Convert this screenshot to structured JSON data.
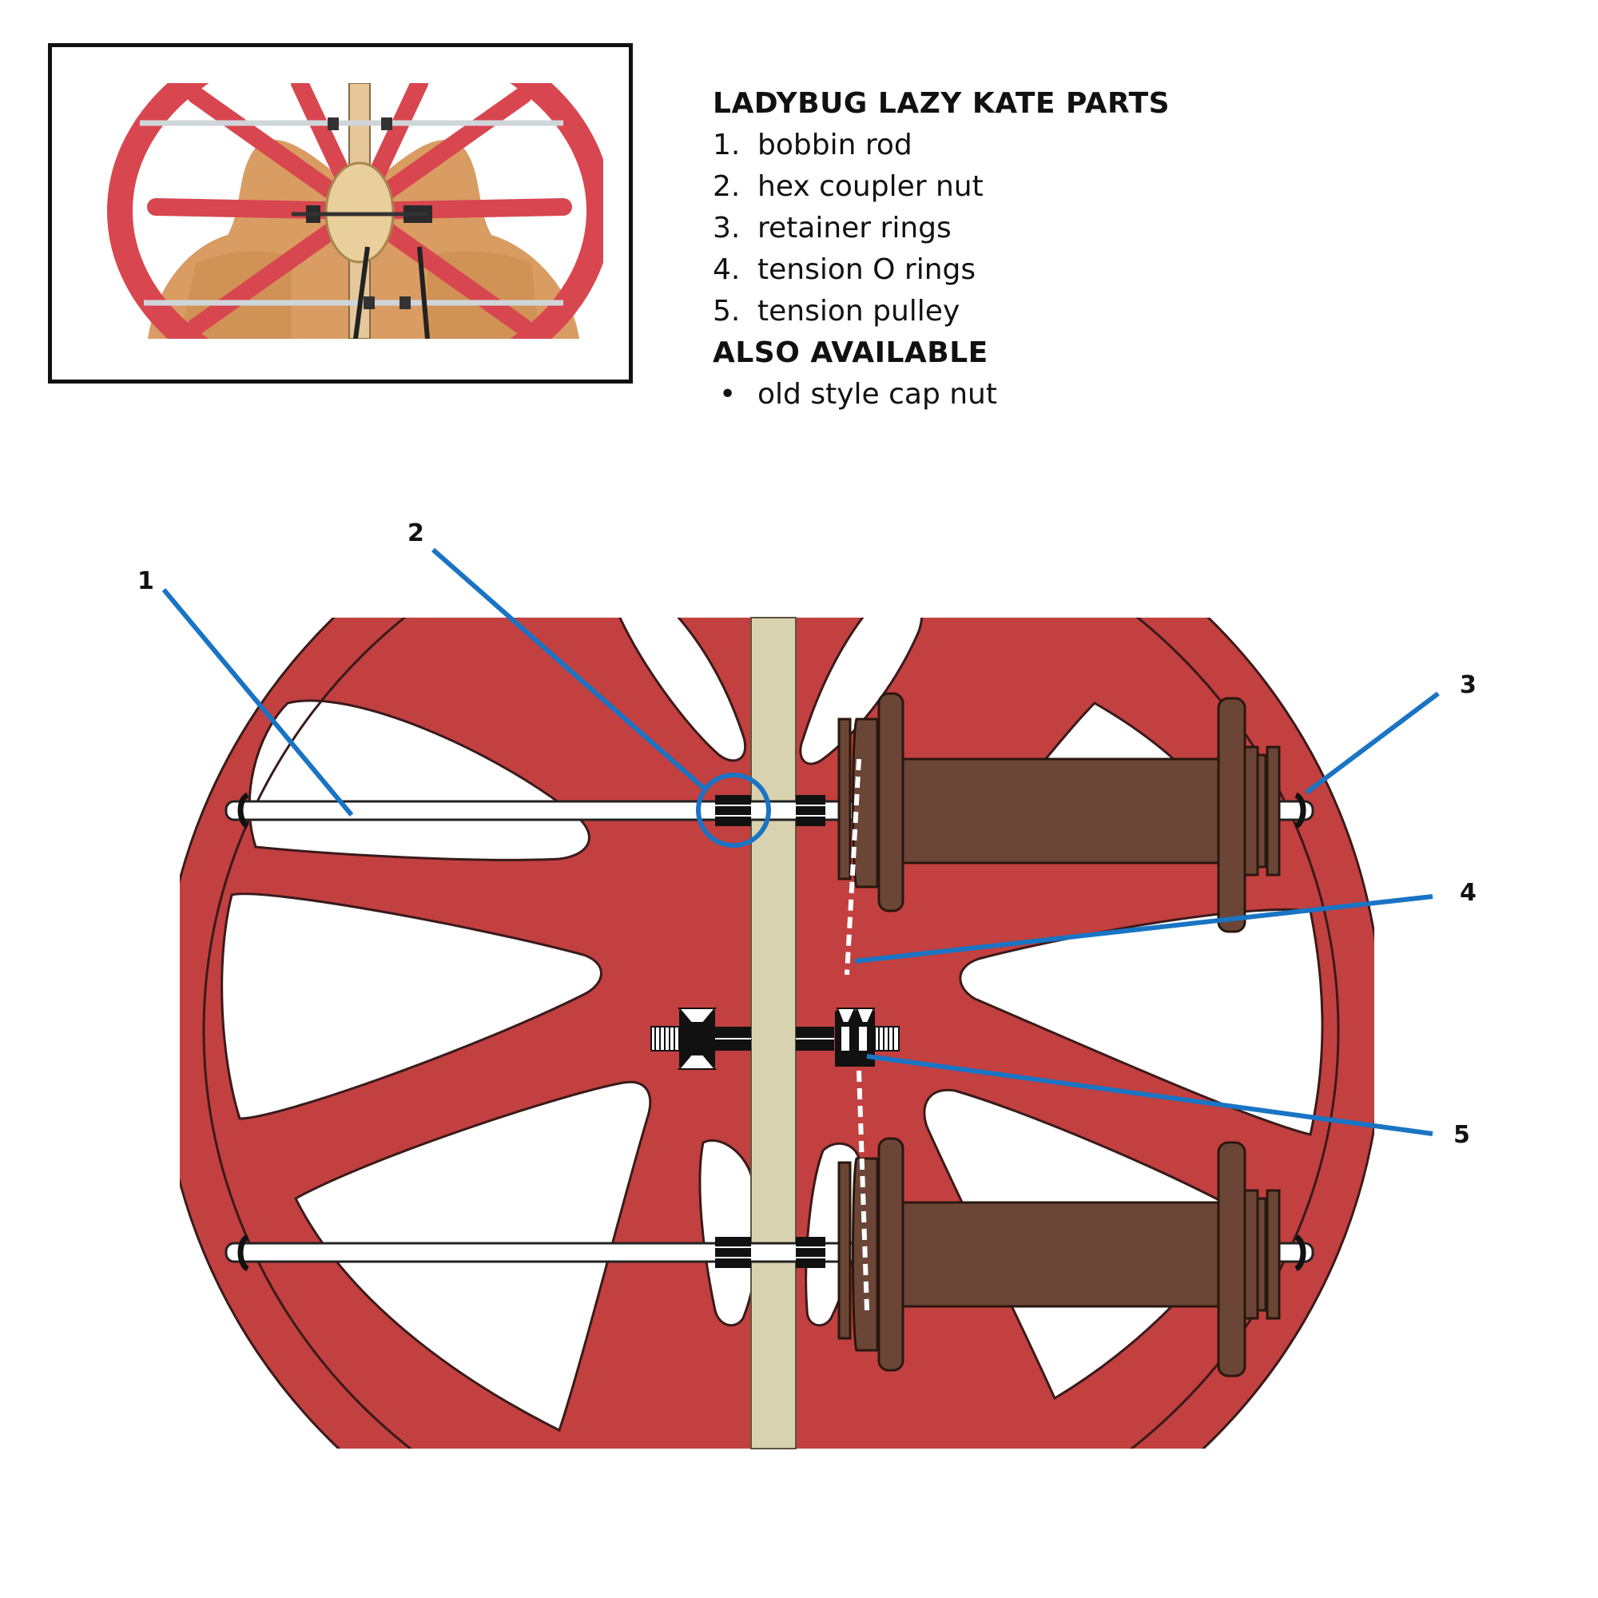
{
  "parts_list": {
    "heading": "LADYBUG LAZY KATE PARTS",
    "items": [
      {
        "number": "1.",
        "label": "bobbin rod"
      },
      {
        "number": "2.",
        "label": "hex coupler nut"
      },
      {
        "number": "3.",
        "label": "retainer rings"
      },
      {
        "number": "4.",
        "label": "tension O rings"
      },
      {
        "number": "5.",
        "label": "tension pulley"
      }
    ],
    "also_heading": "ALSO AVAILABLE",
    "also_items": [
      {
        "bullet": "•",
        "label": "old style cap nut"
      }
    ]
  },
  "callouts": [
    {
      "number": "1",
      "part": "bobbin rod"
    },
    {
      "number": "2",
      "part": "hex coupler nut"
    },
    {
      "number": "3",
      "part": "retainer rings"
    },
    {
      "number": "4",
      "part": "tension O rings"
    },
    {
      "number": "5",
      "part": "tension pulley"
    }
  ],
  "colors": {
    "wheel_red": "#c34040",
    "wheel_outline": "#3a1a1a",
    "post_beige": "#d8d2b0",
    "bobbin_brown": "#6b4636",
    "rod_white": "#ffffff",
    "callout_blue": "#1a74c4",
    "photo_wood": "#d99c62"
  },
  "icons": {
    "bullet": "bullet-dot"
  }
}
